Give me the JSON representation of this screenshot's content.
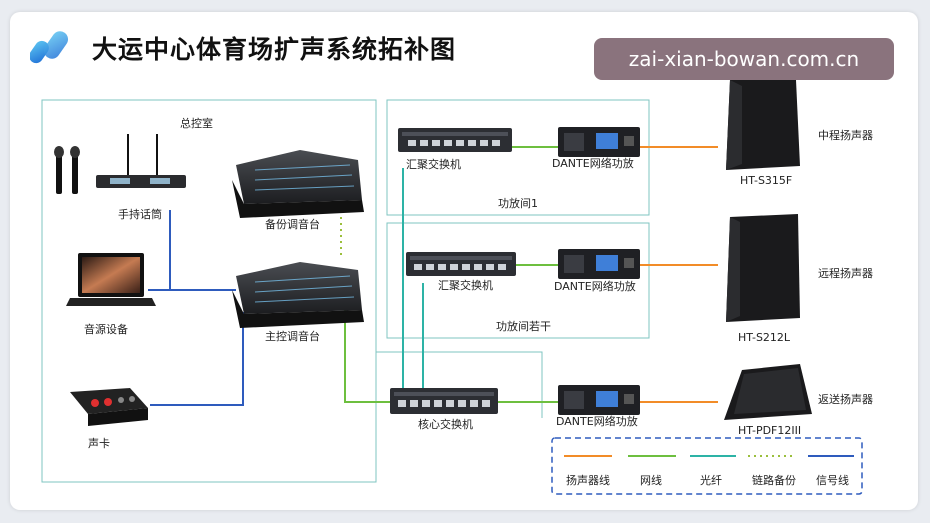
{
  "title": "大运中心体育场扩声系统拓补图",
  "watermark": "zai-xian-bowan.com.cn",
  "zones": {
    "control_room": "总控室",
    "amp_room_1": "功放间1",
    "amp_room_n": "功放间若干"
  },
  "devices": {
    "wireless_mic": "手持话筒",
    "backup_console": "备份调音台",
    "audio_source": "音源设备",
    "main_console": "主控调音台",
    "sound_card": "声卡",
    "switch_1": "汇聚交换机",
    "switch_2": "汇聚交换机",
    "core_switch": "核心交换机",
    "amp_1": "DANTE网络功放",
    "amp_2": "DANTE网络功放",
    "amp_3": "DANTE网络功放"
  },
  "speakers": [
    {
      "model": "HT-S315F",
      "role": "中程扬声器"
    },
    {
      "model": "HT-S212L",
      "role": "远程扬声器"
    },
    {
      "model": "HT-PDF12III",
      "role": "返送扬声器"
    }
  ],
  "legend": [
    {
      "label": "扬声器线",
      "color": "#f28c28",
      "style": "solid"
    },
    {
      "label": "网线",
      "color": "#6dbf3f",
      "style": "solid"
    },
    {
      "label": "光纤",
      "color": "#2db3a6",
      "style": "solid"
    },
    {
      "label": "链路备份",
      "color": "#9bbf3c",
      "style": "dotted"
    },
    {
      "label": "信号线",
      "color": "#2e5bbd",
      "style": "solid"
    }
  ],
  "colors": {
    "speaker_line": "#f28c28",
    "network": "#6dbf3f",
    "fiber": "#2db3a6",
    "backup": "#9bbf3c",
    "signal": "#2e5bbd",
    "zone_border": "#7fc4c2",
    "legend_border": "#2e5bbd"
  }
}
